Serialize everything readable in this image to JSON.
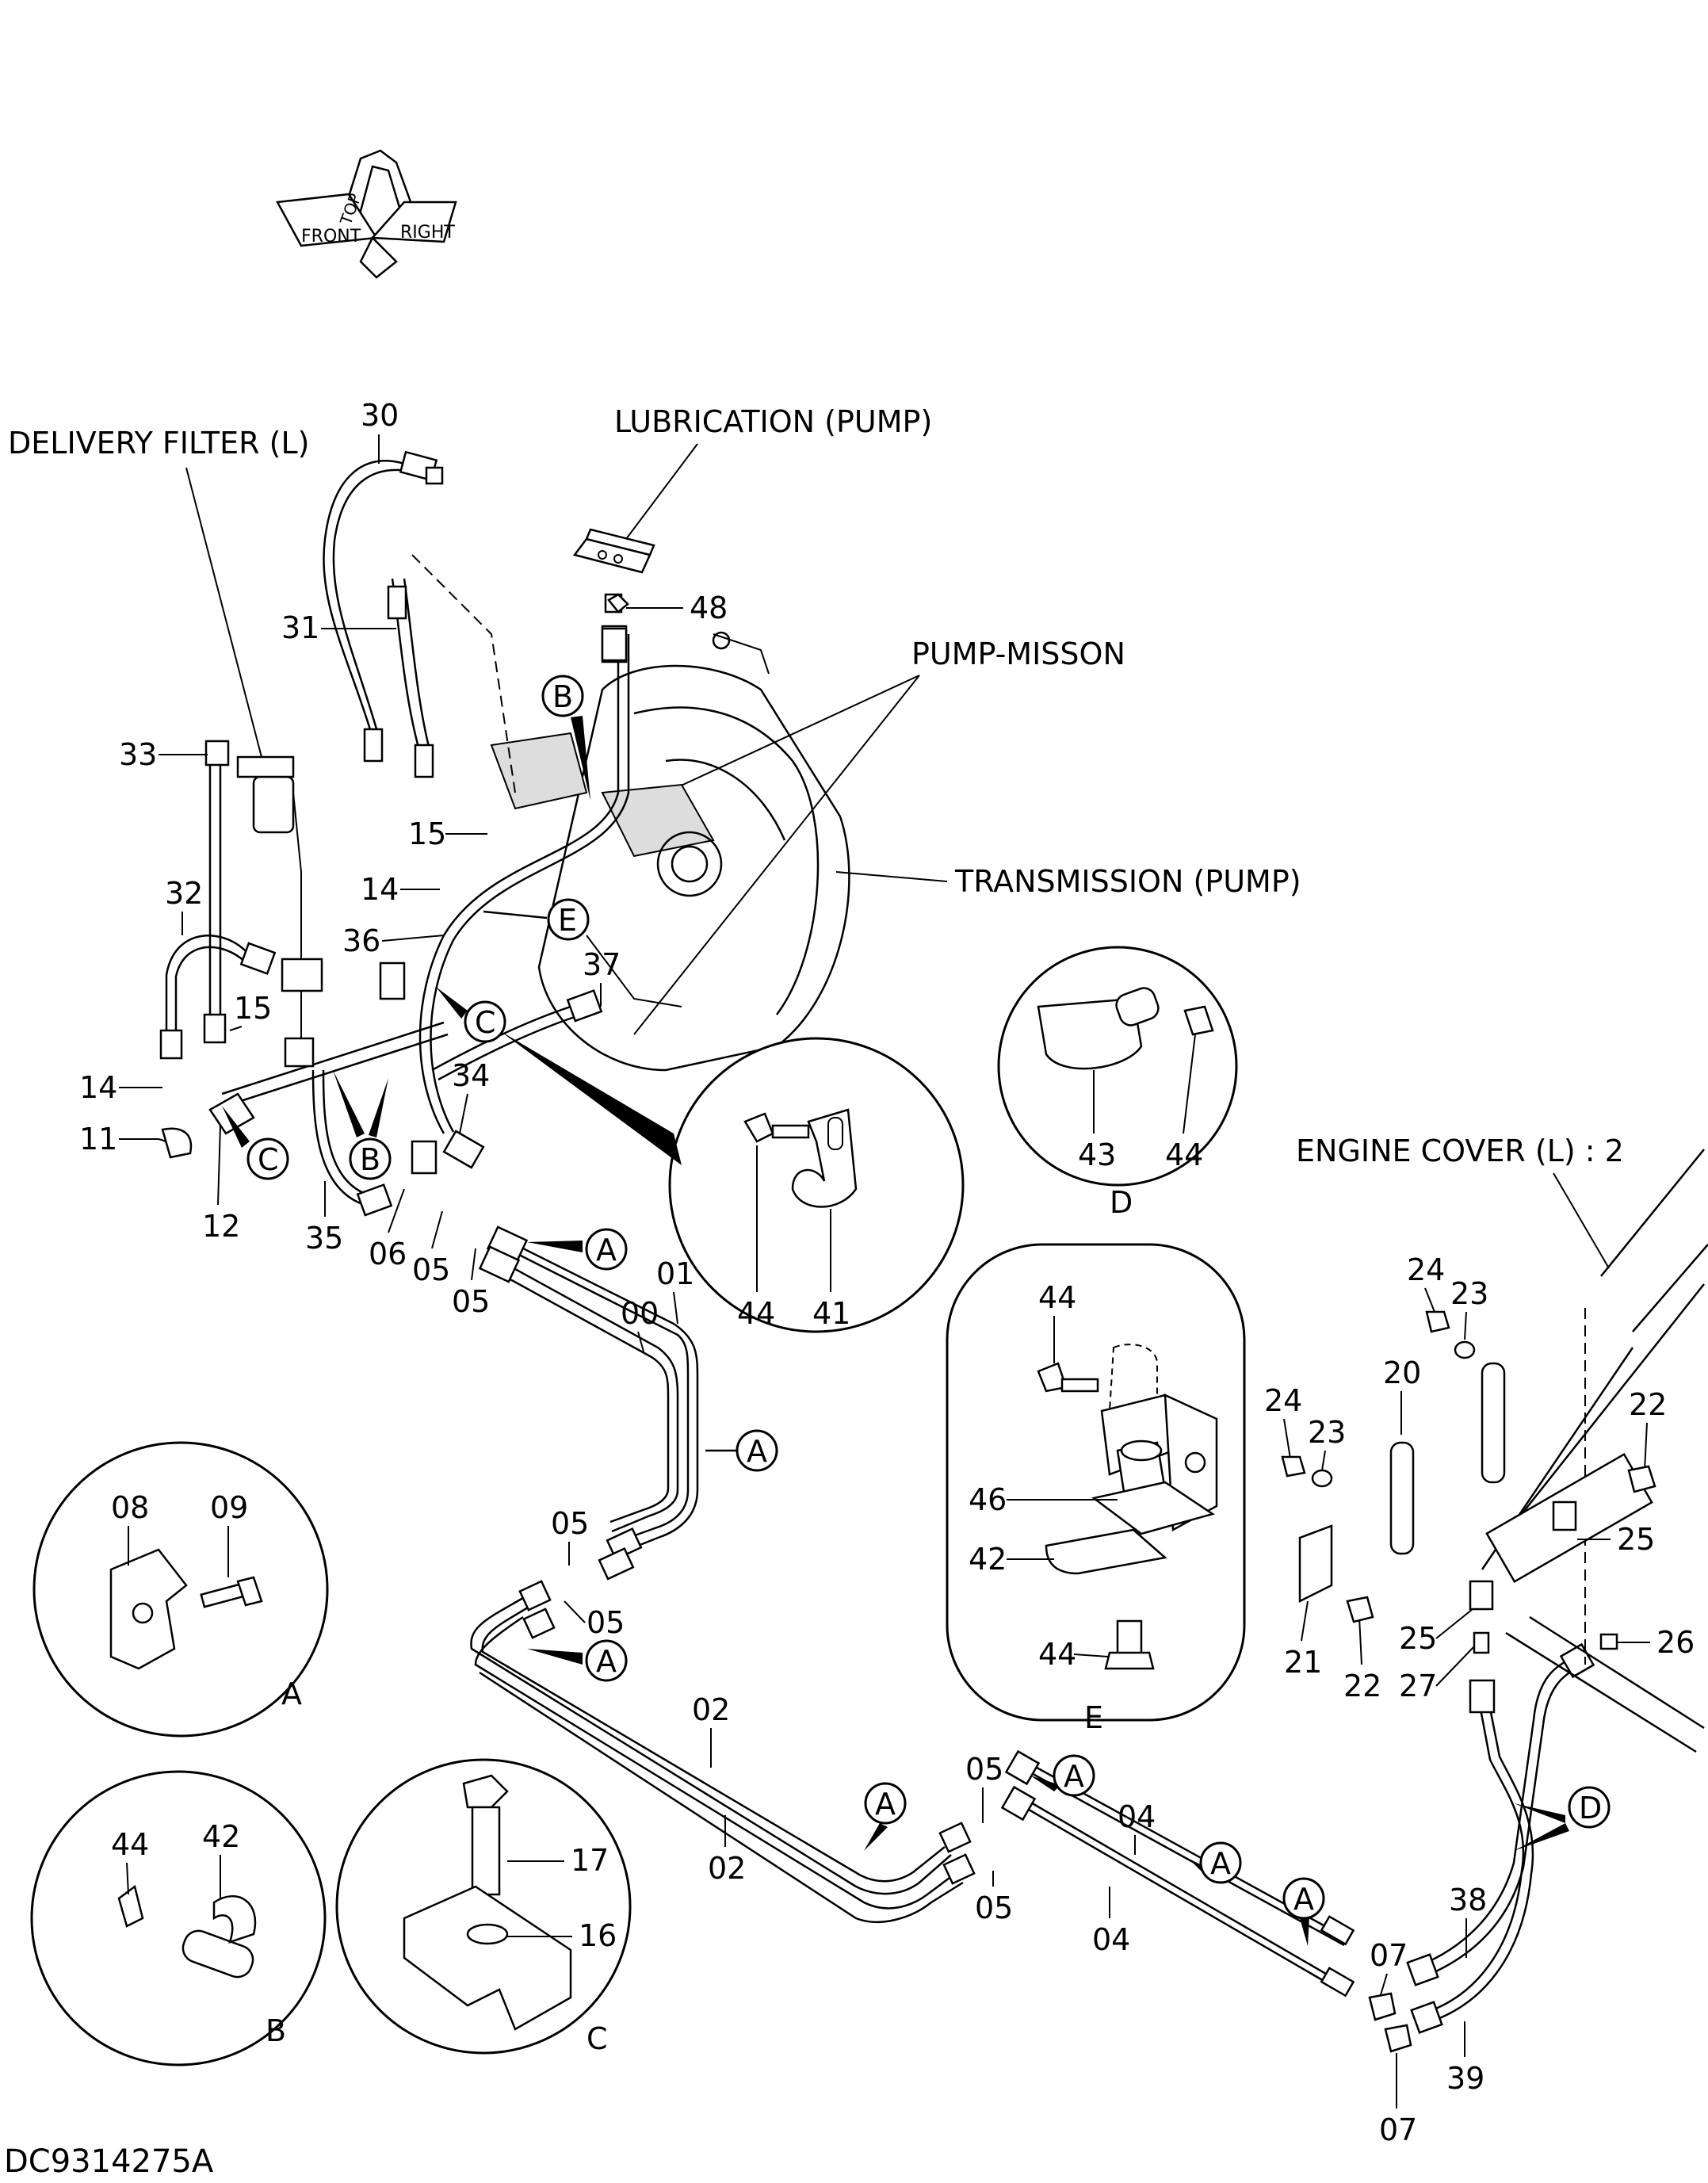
{
  "labels": {
    "delivery_filter": "DELIVERY FILTER (L)",
    "lubrication": "LUBRICATION (PUMP)",
    "pump_misson": "PUMP-MISSON",
    "transmission": "TRANSMISSION (PUMP)",
    "engine_cover": "ENGINE COVER (L) : 2",
    "drawing_code": "DC9314275A"
  },
  "orientation_arrow": {
    "front": "FRONT",
    "top": "TOP",
    "right": "RIGHT"
  },
  "callout_letters": {
    "a": "A",
    "b": "B",
    "c": "C",
    "d": "D",
    "e": "E"
  },
  "detail_captions": {
    "a": "A",
    "b": "B",
    "c": "C",
    "d": "D",
    "e": "E"
  },
  "parts": {
    "p00": "00",
    "p01": "01",
    "p02": "02",
    "p04": "04",
    "p05": "05",
    "p06": "06",
    "p07": "07",
    "p08": "08",
    "p09": "09",
    "p11": "11",
    "p12": "12",
    "p14": "14",
    "p15": "15",
    "p16": "16",
    "p17": "17",
    "p20": "20",
    "p21": "21",
    "p22": "22",
    "p23": "23",
    "p24": "24",
    "p25": "25",
    "p26": "26",
    "p27": "27",
    "p30": "30",
    "p31": "31",
    "p32": "32",
    "p33": "33",
    "p34": "34",
    "p35": "35",
    "p36": "36",
    "p37": "37",
    "p38": "38",
    "p39": "39",
    "p41": "41",
    "p42": "42",
    "p43": "43",
    "p44": "44",
    "p46": "46",
    "p48": "48"
  }
}
